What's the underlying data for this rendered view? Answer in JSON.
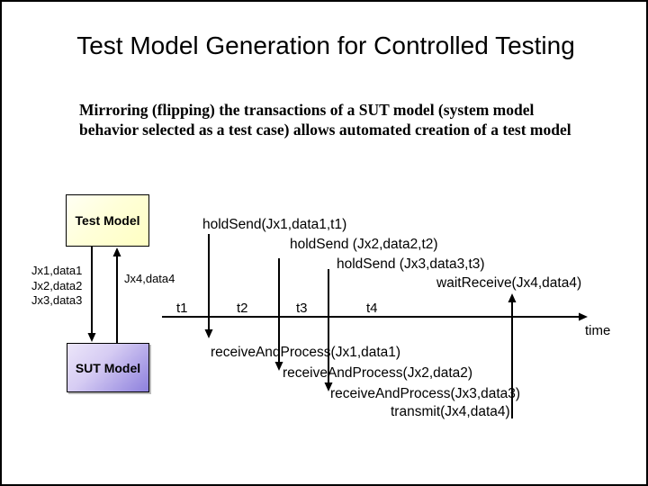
{
  "slide": {
    "title": "Test Model Generation for Controlled Testing",
    "body": "Mirroring (flipping) the transactions of a SUT model (system model behavior selected as a test case) allows automated creation of a test model"
  },
  "diagram": {
    "test_model_box_label": "Test Model",
    "sut_model_box_label": "SUT Model",
    "downlink_labels": [
      "Jx1,data1",
      "Jx2,data2",
      "Jx3,data3"
    ],
    "uplink_label": "Jx4,data4",
    "timeline": {
      "ticks": [
        "t1",
        "t2",
        "t3",
        "t4"
      ],
      "axis_label": "time"
    },
    "send_events": [
      "holdSend(Jx1,data1,t1)",
      "holdSend (Jx2,data2,t2)",
      "holdSend (Jx3,data3,t3)",
      "waitReceive(Jx4,data4)"
    ],
    "receive_events": [
      "receiveAndProcess(Jx1,data1)",
      "receiveAndProcess(Jx2,data2)",
      "receiveAndProcess(Jx3,data3)",
      "transmit(Jx4,data4)"
    ],
    "colors": {
      "test_model_fill": "#ffffd9",
      "sut_model_fill_light": "#e7e1f8",
      "sut_model_fill_dark": "#8d80dd",
      "line_color": "#000000",
      "background": "#ffffff"
    }
  }
}
